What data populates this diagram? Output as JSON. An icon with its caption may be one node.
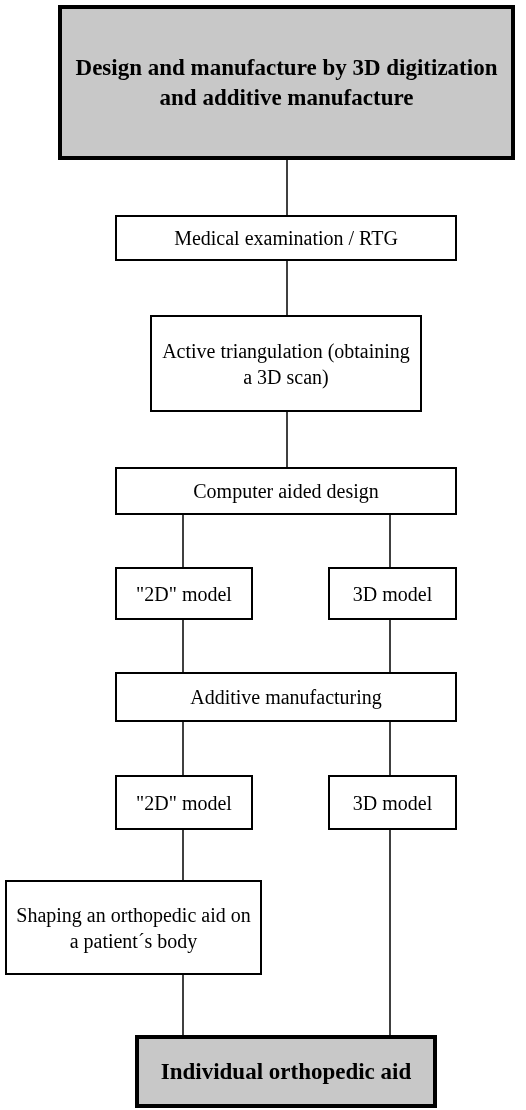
{
  "diagram": {
    "nodes": [
      {
        "text": [
          "Design and manufacture by 3D digitization and additive manufacture"
        ]
      },
      {
        "text": [
          "Medical examination / RTG"
        ]
      },
      {
        "text": [
          "Active triangulation (obtaining a 3D scan)"
        ]
      },
      {
        "text": [
          "Computer aided design"
        ]
      },
      {
        "text": [
          "\"2D\" model"
        ]
      },
      {
        "text": [
          "3D model"
        ]
      },
      {
        "text": [
          "Additive manufacturing"
        ]
      },
      {
        "text": [
          "\"2D\" model"
        ]
      },
      {
        "text": [
          "3D model"
        ]
      },
      {
        "text": [
          "Shaping an orthopedic aid on a patient´s body"
        ]
      },
      {
        "text": [
          "Individual orthopedic aid"
        ]
      }
    ],
    "edges": [
      {
        "from": 0,
        "to": 1,
        "arrow": "none"
      },
      {
        "from": 1,
        "to": 2,
        "arrow": "none"
      },
      {
        "from": 2,
        "to": 3,
        "arrow": "none"
      },
      {
        "from": 3,
        "to": 4,
        "arrow": "none"
      },
      {
        "from": 3,
        "to": 5,
        "arrow": "none"
      },
      {
        "from": 4,
        "to": 6,
        "arrow": "none"
      },
      {
        "from": 5,
        "to": 6,
        "arrow": "none"
      },
      {
        "from": 6,
        "to": 7,
        "arrow": "none"
      },
      {
        "from": 6,
        "to": 8,
        "arrow": "none"
      },
      {
        "from": 7,
        "to": 9,
        "arrow": "none"
      },
      {
        "from": 9,
        "to": 10,
        "arrow": "none"
      },
      {
        "from": 8,
        "to": 10,
        "arrow": "none"
      }
    ]
  }
}
